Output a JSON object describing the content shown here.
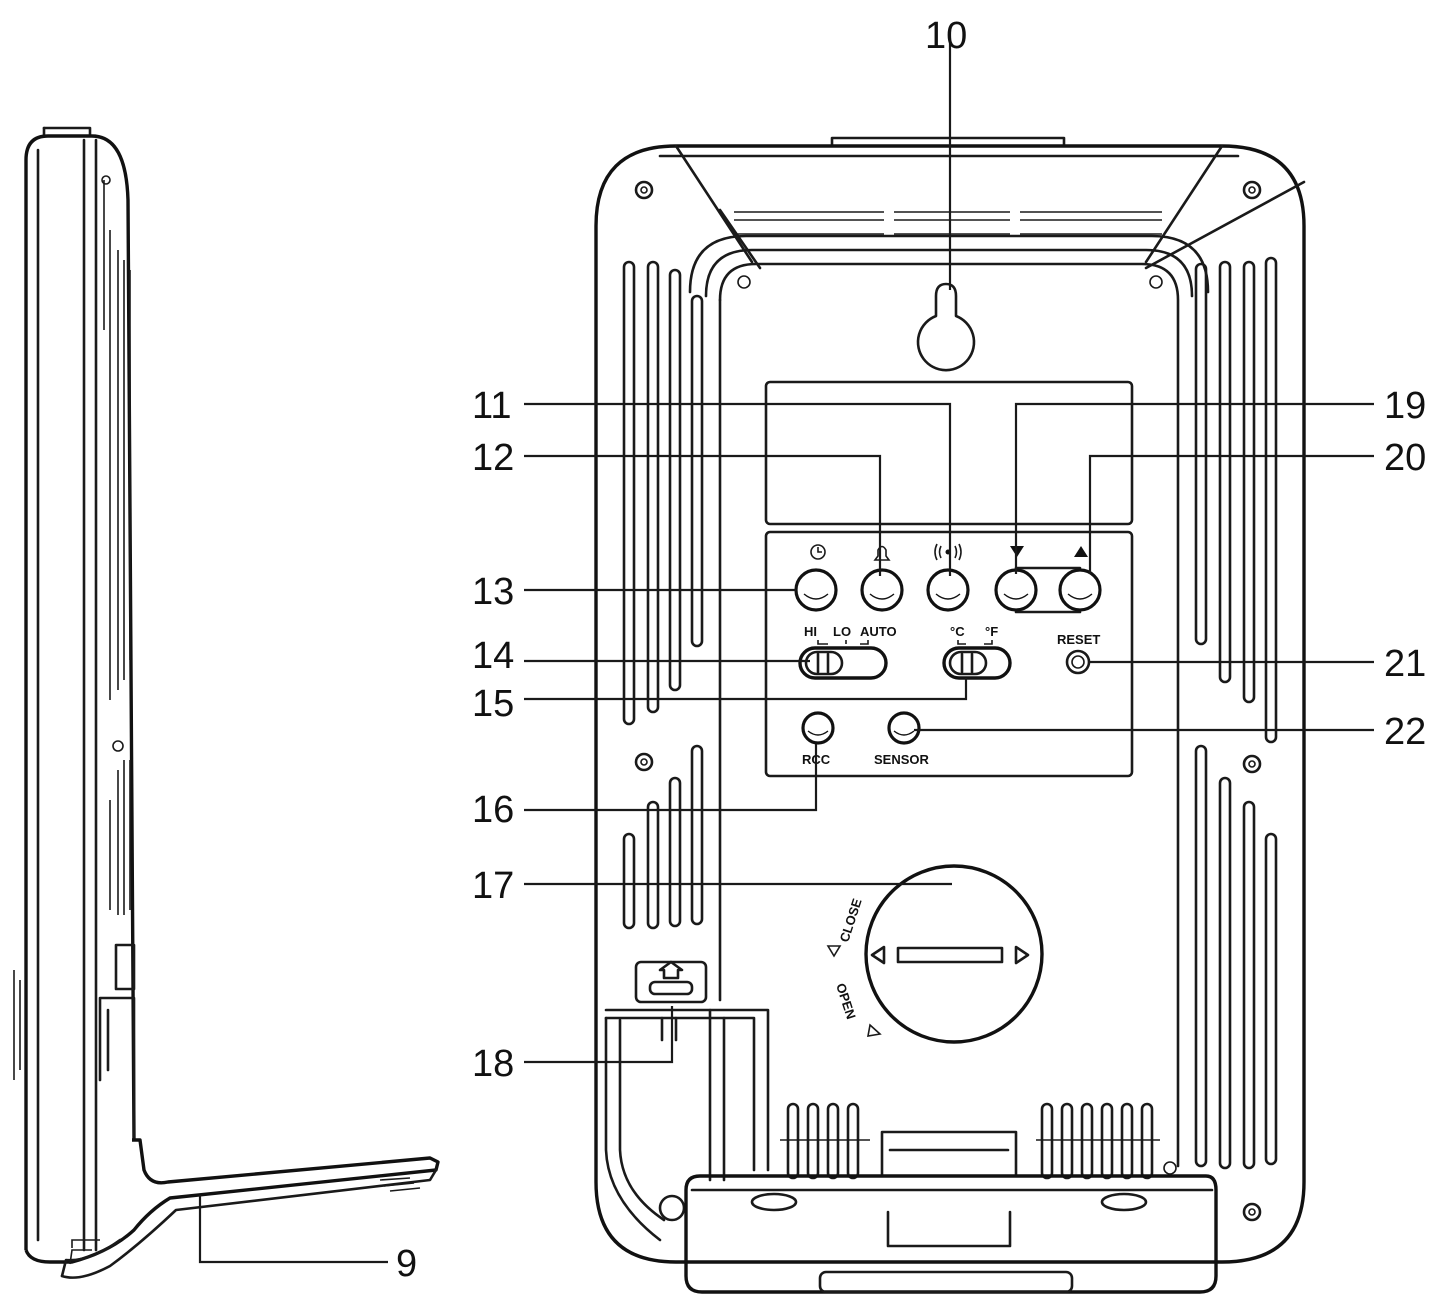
{
  "callouts": {
    "c9": "9",
    "c10": "10",
    "c11": "11",
    "c12": "12",
    "c13": "13",
    "c14": "14",
    "c15": "15",
    "c16": "16",
    "c17": "17",
    "c18": "18",
    "c19": "19",
    "c20": "20",
    "c21": "21",
    "c22": "22"
  },
  "panel_labels": {
    "hi": "HI",
    "lo": "LO",
    "auto": "AUTO",
    "celsius": "°C",
    "fahrenheit": "°F",
    "reset": "RESET",
    "rcc": "RCC",
    "sensor": "SENSOR"
  },
  "battery_cover": {
    "close": "CLOSE",
    "open": "OPEN"
  },
  "button_icons": {
    "b1": "clock-icon",
    "b2": "bell-icon",
    "b3": "snooze-light-icon",
    "b4": "down-arrow-icon",
    "b5": "up-arrow-icon"
  }
}
